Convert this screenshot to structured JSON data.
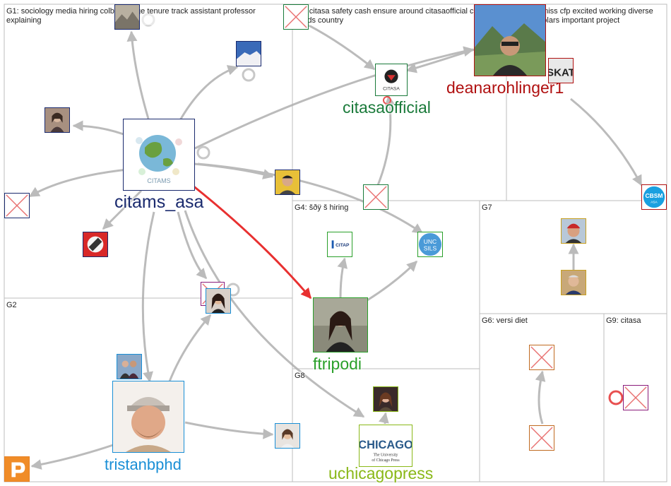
{
  "groups": [
    {
      "id": "G1",
      "label": "G1: sociology media hiring colby college tenure track assistant professor explaining"
    },
    {
      "id": "G2",
      "label": "G2"
    },
    {
      "id": "G3",
      "label": "G3: citasa safety cash ensure around citasaofficial cit serves needs country"
    },
    {
      "id": "G4",
      "label": "G4: šðÿ š hiring"
    },
    {
      "id": "G5",
      "label": "G5: such miss cfp excited working diverse group scholars important project"
    },
    {
      "id": "G6",
      "label": "G6: versi diet"
    },
    {
      "id": "G7",
      "label": "G7"
    },
    {
      "id": "G8",
      "label": "G8"
    },
    {
      "id": "G9",
      "label": "G9: citasa"
    }
  ],
  "labels": {
    "citams_asa": "citams_asa",
    "tristanbphd": "tristanbphd",
    "citasaofficial": "citasaofficial",
    "deanarohlinger1": "deanarohlinger1",
    "ftripodi": "ftripodi",
    "uchicagopress": "uchicagopress"
  },
  "node_text": {
    "citap": "CITAP",
    "unc_sils_1": "UNC",
    "unc_sils_2": "SILS",
    "cbsm_1": "CBSM",
    "cbsm_2": "ASA",
    "chicago_1": "CHICAGO",
    "chicago_2": "The University",
    "chicago_3": "of Chicago Press",
    "skat": "SKAT",
    "citasa": "CITASA",
    "citams": "CITAMS"
  },
  "colors": {
    "g1": "#1a2a6e",
    "g2": "#1a8fd6",
    "g3": "#1a7a3a",
    "g4": "#2aa02a",
    "g5": "#b01010",
    "g6": "#c06a20",
    "g7": "#c8a020",
    "g8": "#8ab818",
    "g9": "#8a1a7a",
    "edge": "#b0b0b0",
    "highlight_edge": "#e83030",
    "grid": "#bdbdbd"
  }
}
